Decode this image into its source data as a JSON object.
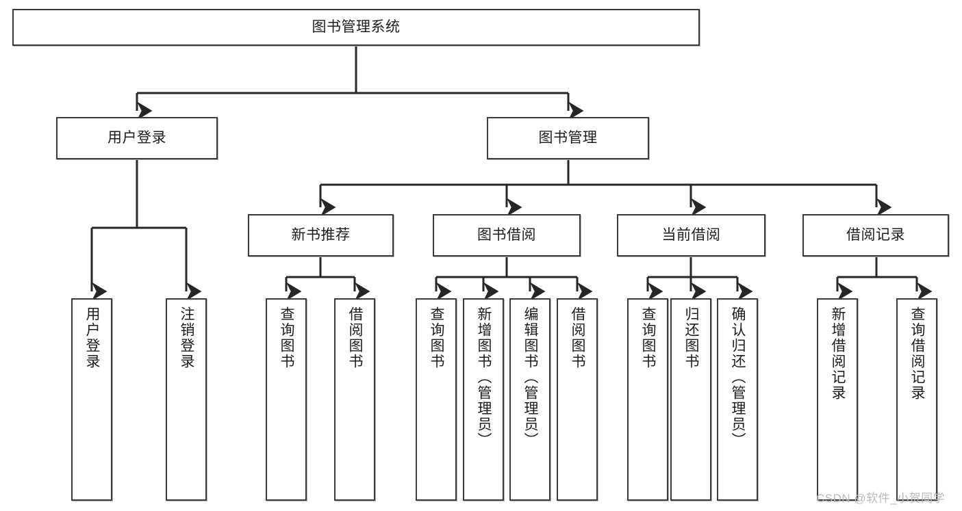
{
  "diagram": {
    "type": "hierarchy-tree",
    "title_text": "图书管理系统",
    "watermark": "CSDN @软件_小贺同学",
    "colors": {
      "box_border": "#3a3a3a",
      "box_fill": "#ffffff",
      "connector": "#262626",
      "text": "#1c1c1c",
      "watermark": "#b9b9b9",
      "page_background": "#ffffff"
    },
    "levels": {
      "root": "图书管理系统",
      "level2": [
        "用户登录",
        "图书管理"
      ],
      "level3": [
        "新书推荐",
        "图书借阅",
        "当前借阅",
        "借阅记录"
      ],
      "level4_groups": [
        {
          "parent": "用户登录",
          "children": [
            "用户登录",
            "注销登录"
          ]
        },
        {
          "parent": "新书推荐",
          "children": [
            "查询图书",
            "借阅图书"
          ]
        },
        {
          "parent": "图书借阅",
          "children": [
            "查询图书",
            "新增图书（管理员）",
            "编辑图书（管理员）",
            "借阅图书"
          ]
        },
        {
          "parent": "当前借阅",
          "children": [
            "查询图书",
            "归还图书",
            "确认归还（管理员）"
          ]
        },
        {
          "parent": "借阅记录",
          "children": [
            "新增借阅记录",
            "查询借阅记录"
          ]
        }
      ]
    },
    "nodes": {
      "root": {
        "label": "图书管理系统"
      },
      "user_login": {
        "label": "用户登录"
      },
      "book_manage": {
        "label": "图书管理"
      },
      "new_book_rec": {
        "label": "新书推荐"
      },
      "book_borrow": {
        "label": "图书借阅"
      },
      "current_borrow": {
        "label": "当前借阅"
      },
      "borrow_record": {
        "label": "借阅记录"
      },
      "leaf_user_login": {
        "label": "用户登录"
      },
      "leaf_logout": {
        "label": "注销登录"
      },
      "leaf_query_book_1": {
        "label": "查询图书"
      },
      "leaf_borrow_book_1": {
        "label": "借阅图书"
      },
      "leaf_query_book_2": {
        "label": "查询图书"
      },
      "leaf_add_book": {
        "label": "新增图书（管理员）"
      },
      "leaf_edit_book": {
        "label": "编辑图书（管理员）"
      },
      "leaf_borrow_book_2": {
        "label": "借阅图书"
      },
      "leaf_query_book_3": {
        "label": "查询图书"
      },
      "leaf_return_book": {
        "label": "归还图书"
      },
      "leaf_confirm_return": {
        "label": "确认归还（管理员）"
      },
      "leaf_add_record": {
        "label": "新增借阅记录"
      },
      "leaf_query_record": {
        "label": "查询借阅记录"
      }
    }
  }
}
